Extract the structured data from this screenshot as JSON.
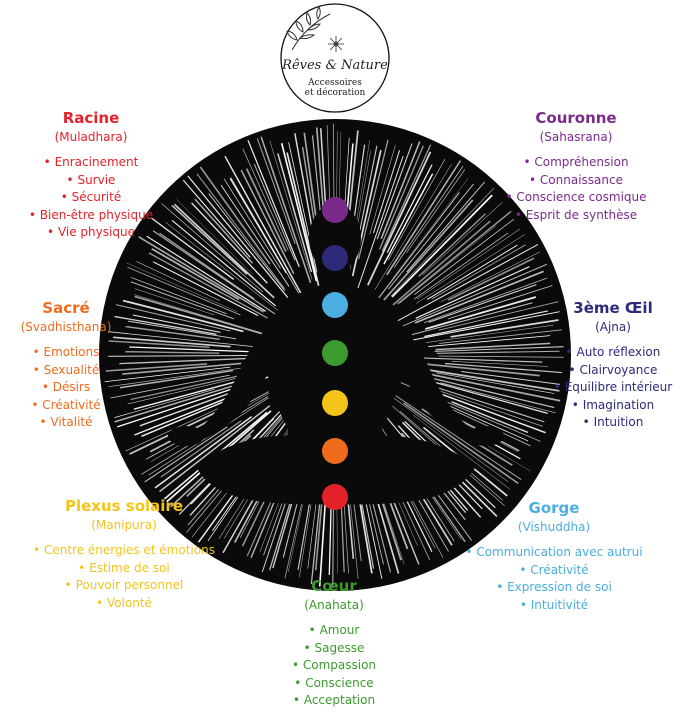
{
  "logo": {
    "brand": "Rêves & Nature",
    "tagline_1": "Accessoires",
    "tagline_2": "et décoration"
  },
  "chakras": [
    {
      "key": "crown",
      "name": "Couronne",
      "sanskrit": "(Sahasrana)",
      "color": "#7b2a8c",
      "items": [
        "Compréhension",
        "Connaissance",
        "Conscience cosmique",
        "Esprit de synthèse"
      ]
    },
    {
      "key": "third_eye",
      "name": "3ème Œil",
      "sanskrit": "(Ajna)",
      "color": "#2e2a7a",
      "items": [
        "Auto réflexion",
        "Clairvoyance",
        "Equilibre intérieur",
        "Imagination",
        "Intuition"
      ]
    },
    {
      "key": "throat",
      "name": "Gorge",
      "sanskrit": "(Vishuddha)",
      "color": "#4aaee0",
      "items": [
        "Communication avec autrui",
        "Créativité",
        "Expression de soi",
        "Intuitivité"
      ]
    },
    {
      "key": "heart",
      "name": "Cœur",
      "sanskrit": "(Anahata)",
      "color": "#3c9b2f",
      "items": [
        "Amour",
        "Sagesse",
        "Compassion",
        "Conscience",
        "Acceptation"
      ]
    },
    {
      "key": "solar_plexus",
      "name": "Plexus solaire",
      "sanskrit": "(Manipura)",
      "color": "#f4c418",
      "items": [
        "Centre énergies et émotions",
        "Estime de soi",
        "Pouvoir personnel",
        "Volonté"
      ]
    },
    {
      "key": "sacral",
      "name": "Sacré",
      "sanskrit": "(Svadhisthana)",
      "color": "#ef6c1e",
      "items": [
        "Emotions",
        "Sexualité",
        "Désirs",
        "Créativité",
        "Vitalité"
      ]
    },
    {
      "key": "root",
      "name": "Racine",
      "sanskrit": "(Muladhara)",
      "color": "#e52129",
      "items": [
        "Enracinement",
        "Survie",
        "Sécurité",
        "Bien-être physique",
        "Vie physique"
      ]
    }
  ]
}
